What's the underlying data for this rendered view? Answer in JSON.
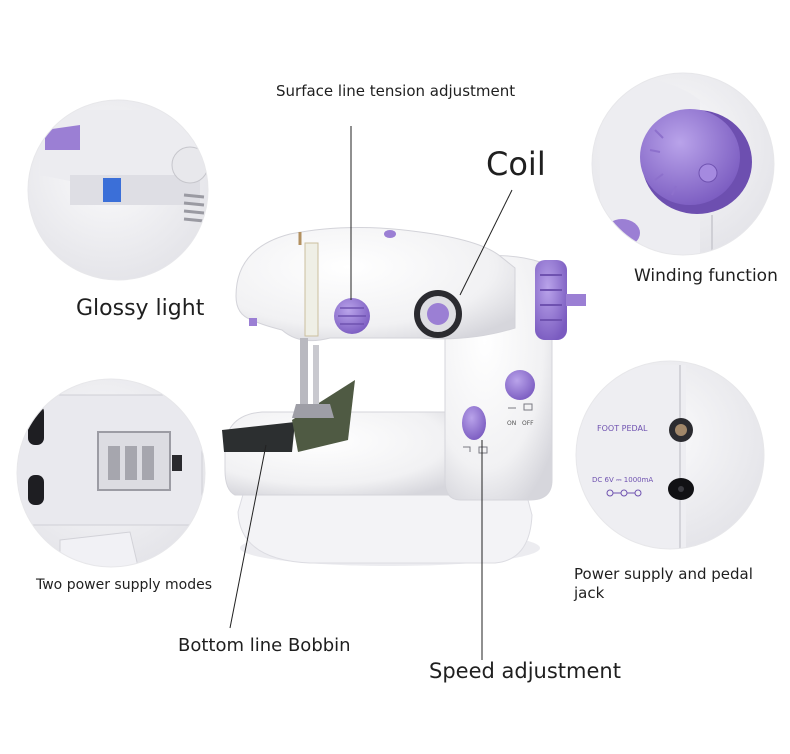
{
  "callouts": {
    "tension": "Surface line tension adjustment",
    "coil": "Coil",
    "winding": "Winding function",
    "glossy": "Glossy light",
    "power_modes": "Two power supply modes",
    "jack": "Power supply and pedal jack",
    "bobbin": "Bottom line Bobbin",
    "speed": "Speed adjustment"
  },
  "machine_text": {
    "on": "ON",
    "off": "OFF"
  },
  "jack_panel": {
    "foot_pedal": "FOOT PEDAL",
    "dc_rating": "DC 6V ⎓ 1000mA"
  },
  "colors": {
    "accent_purple": "#9b7fd4",
    "accent_purple_dark": "#6f52b0",
    "body_white": "#f7f7f7",
    "shadow_gray": "#d9d9de"
  }
}
